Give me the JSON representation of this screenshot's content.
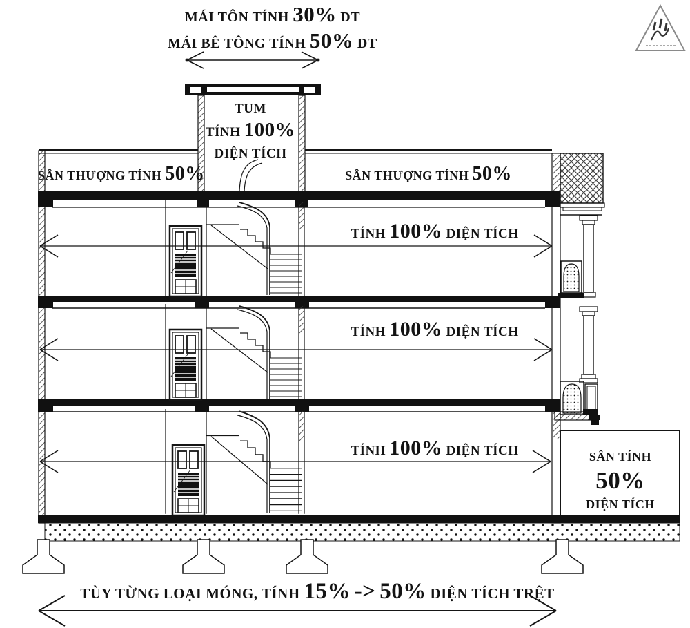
{
  "diagram_type": "building-section-area-calculation",
  "colors": {
    "line": "#151515",
    "background": "#ffffff",
    "logo_outline": "#8a8a8a"
  },
  "roof_note": {
    "line1": {
      "prefix": "MÁI TÔN TÍNH",
      "value": "30%",
      "suffix": "DT"
    },
    "line2": {
      "prefix": "MÁI BÊ TÔNG TÍNH",
      "value": "50%",
      "suffix": "DT"
    }
  },
  "tum": {
    "line1": "TUM",
    "line2_prefix": "TÍNH",
    "line2_value": "100%",
    "line3": "DIỆN TÍCH"
  },
  "terrace_left": {
    "prefix": "SÂN THƯỢNG TÍNH",
    "value": "50%"
  },
  "terrace_right": {
    "prefix": "SÂN THƯỢNG TÍNH",
    "value": "50%"
  },
  "floors": [
    {
      "prefix": "TÍNH",
      "value": "100%",
      "suffix": "DIỆN TÍCH"
    },
    {
      "prefix": "TÍNH",
      "value": "100%",
      "suffix": "DIỆN TÍCH"
    },
    {
      "prefix": "TÍNH",
      "value": "100%",
      "suffix": "DIỆN TÍCH"
    }
  ],
  "yard": {
    "line1": "SÂN TÍNH",
    "line2": "50%",
    "line3": "DIỆN TÍCH"
  },
  "foundation_note": {
    "prefix": "TÙY TỪNG LOẠI MÓNG, TÍNH",
    "value1": "15%",
    "separator": "->",
    "value2": "50%",
    "suffix": "DIỆN TÍCH TRỆT"
  }
}
